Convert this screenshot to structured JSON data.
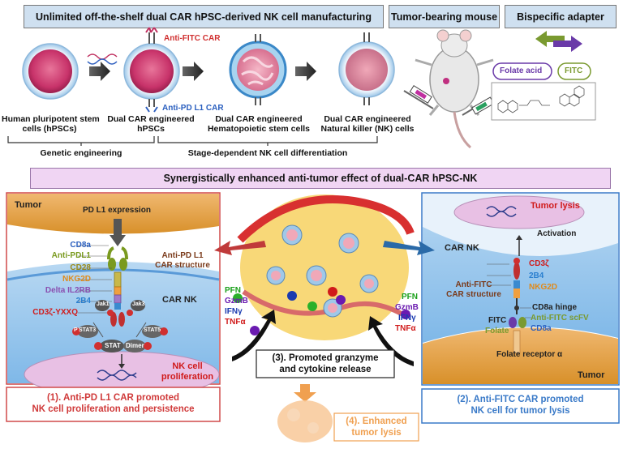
{
  "top": {
    "manufacturing_title": "Unlimited off-the-shelf dual CAR hPSC-derived NK cell manufacturing",
    "mouse_title": "Tumor-bearing mouse",
    "adapter_title": "Bispecific adapter",
    "cells": [
      {
        "line1": "Human pluripotent stem",
        "line2": "cells (hPSCs)"
      },
      {
        "line1": "Dual CAR engineered",
        "line2": "hPSCs"
      },
      {
        "line1": "Dual CAR engineered",
        "line2": "Hematopoietic stem cells"
      },
      {
        "line1": "Dual CAR engineered",
        "line2": "Natural killer (NK) cells"
      }
    ],
    "anti_fitc_car": "Anti-FITC CAR",
    "anti_pdl1_car": "Anti-PD L1 CAR",
    "genetic_engineering": "Genetic engineering",
    "differentiation": "Stage-dependent NK cell differentiation",
    "folate_acid": "Folate acid",
    "fitc": "FITC"
  },
  "middle": {
    "title": "Synergistically  enhanced anti-tumor effect of dual-CAR hPSC-NK"
  },
  "left_panel": {
    "tumor": "Tumor",
    "pdl1_expression": "PD L1 expression",
    "labels": [
      {
        "text": "CD8a",
        "color": "#2a5fbf"
      },
      {
        "text": "Anti-PDL1",
        "color": "#7a9a1f"
      },
      {
        "text": "CD28",
        "color": "#9a8a1a"
      },
      {
        "text": "NKG2D",
        "color": "#e08a1a"
      },
      {
        "text": "Delta IL2RB",
        "color": "#8a4fb0"
      },
      {
        "text": "2B4",
        "color": "#2a7fcf"
      },
      {
        "text": "CD3ζ-YXXQ",
        "color": "#d01a1a"
      }
    ],
    "structure_line1": "Anti-PD L1",
    "structure_line2": "CAR structure",
    "car_nk": "CAR NK",
    "jak1": "Jak1",
    "jak3": "Jak3",
    "stat3": "STAT3",
    "stat5": "STAT5",
    "stat": "STAT",
    "dimer": "Dimer",
    "p": "P",
    "prolif_line1": "NK cell",
    "prolif_line2": "proliferation",
    "caption_line1": "(1). Anti-PD L1 CAR promoted",
    "caption_line2": "NK cell proliferation and persistence"
  },
  "center": {
    "cytokines": [
      {
        "text": "PFN",
        "color": "#1aa01a"
      },
      {
        "text": "GzmB",
        "color": "#6a1ab0"
      },
      {
        "text": "IFNγ",
        "color": "#1a3ab0"
      },
      {
        "text": "TNFα",
        "color": "#d01a1a"
      }
    ],
    "release_line1": "(3). Promoted granzyme",
    "release_line2": "and cytokine release",
    "lysis_line1": "(4). Enhanced",
    "lysis_line2": "tumor lysis"
  },
  "right_panel": {
    "tumor_lysis": "Tumor lysis",
    "activation": "Activation",
    "car_nk": "CAR NK",
    "labels": [
      {
        "text": "CD3ζ",
        "color": "#d01a1a"
      },
      {
        "text": "2B4",
        "color": "#2a7fcf"
      },
      {
        "text": "NKG2D",
        "color": "#e08a1a"
      }
    ],
    "structure_line1": "Anti-FITC",
    "structure_line2": "CAR structure",
    "cd8a_hinge": "CD8a hinge",
    "anti_fitc_scfv": "Anti-FITC scFV",
    "cd8a": "CD8a",
    "fitc": "FITC",
    "folate": "Folate",
    "folate_receptor": "Folate receptor α",
    "tumor": "Tumor",
    "caption_line1": "(2). Anti-FITC CAR promoted",
    "caption_line2": "NK cell for tumor lysis"
  }
}
